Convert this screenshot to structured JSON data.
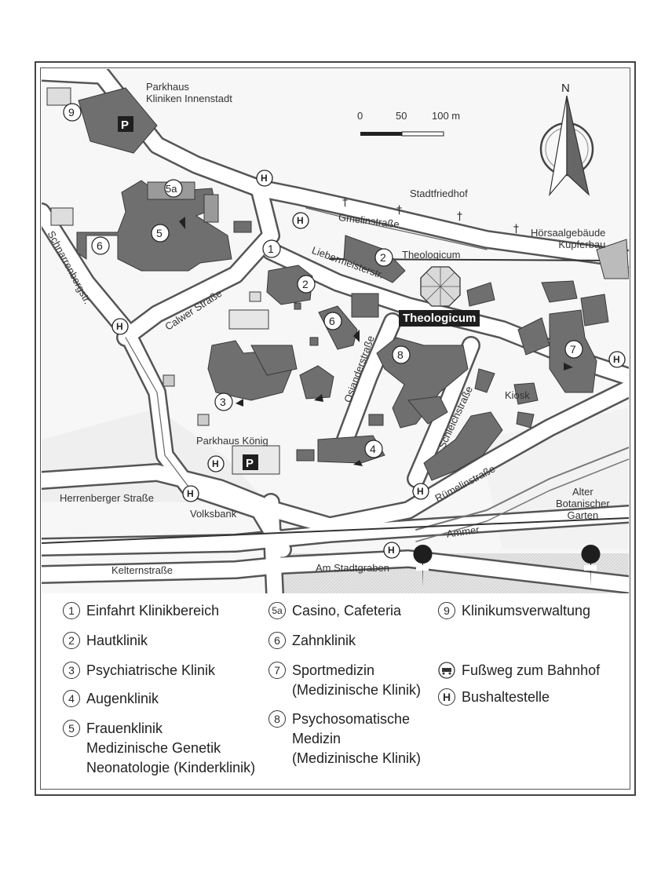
{
  "map": {
    "labels": {
      "parkhaus_kliniken": "Parkhaus\nKliniken Innenstadt",
      "stadtfriedhof": "Stadtfriedhof",
      "gmelinstrasse": "Gmelinstraße",
      "hoersaal": "Hörsaalgebäude\nKupferbau",
      "liebermeisterstr": "Liebermeisterstr.",
      "theologicum": "Theologicum",
      "theologicum_badge": "Theologicum",
      "schnarrenbergstr": "Schnarrenbergstr.",
      "calwer_strasse": "Calwer Straße",
      "osianderstrasse": "Osianderstraße",
      "schleichstrasse": "Schleichstraße",
      "kiosk": "Kiosk",
      "parkhaus_koenig": "Parkhaus König",
      "herrenberger": "Herrenberger Straße",
      "volksbank": "Volksbank",
      "ruemelinstrasse": "Rümelinstraße",
      "alter_garten": "Alter\nBotanischer\nGarten",
      "ammer": "Ammer",
      "kelternstrasse": "Kelternstraße",
      "am_stadtgraben": "Am Stadtgraben"
    },
    "scale": {
      "t0": "0",
      "t50": "50",
      "t100": "100 m"
    },
    "north": "N",
    "markers": {
      "m1": "1",
      "m2a": "2",
      "m2b": "2",
      "m3": "3",
      "m4": "4",
      "m5": "5",
      "m5a": "5a",
      "m6a": "6",
      "m6b": "6",
      "m7": "7",
      "m8": "8",
      "m9": "9",
      "h": "H",
      "p": "P"
    }
  },
  "legend": [
    {
      "num": "1",
      "text": "Einfahrt Klinikbereich"
    },
    {
      "num": "2",
      "text": "Hautklinik"
    },
    {
      "num": "3",
      "text": "Psychiatrische Klinik"
    },
    {
      "num": "4",
      "text": "Augenklinik"
    },
    {
      "num": "5",
      "text": "Frauenklinik\nMedizinische Genetik\nNeonatologie (Kinderklinik)"
    },
    {
      "num": "5a",
      "text": "Casino, Cafeteria"
    },
    {
      "num": "6",
      "text": "Zahnklinik"
    },
    {
      "num": "7",
      "text": "Sportmedizin\n(Medizinische Klinik)"
    },
    {
      "num": "8",
      "text": "Psychosomatische\nMedizin\n(Medizinische Klinik)"
    },
    {
      "num": "9",
      "text": "Klinikumsverwaltung"
    },
    {
      "num": "",
      "text": "Fußweg zum Bahnhof"
    },
    {
      "num": "H",
      "text": "Bushaltestelle"
    }
  ]
}
